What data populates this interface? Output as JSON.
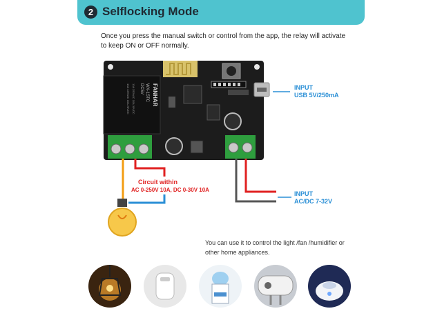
{
  "header": {
    "number": "2",
    "title": "Selflocking Mode"
  },
  "description": "Once you press the manual switch or control from the app, the relay will activate to keep ON or OFF normally.",
  "input_usb": {
    "line1": "INPUT",
    "line2": "USB 5V/250mA"
  },
  "circuit": {
    "title": "Circuit within",
    "spec": "AC 0-250V 10A,  DC 0-30V 10A"
  },
  "input_power": {
    "line1": "INPUT",
    "line2": "AC/DC 7-32V"
  },
  "usage_note": "You can use it to control the light /fan /humidifier or other home appliances.",
  "relay_text": {
    "brand": "FANHAR",
    "model": "WX-1STC",
    "v": "DC5V",
    "ratings": "10A 250VAC  10A 30VDC",
    "ratings2": "10A 125VAC  10A 28VDC"
  },
  "colors": {
    "header": "#4fc3cf",
    "board": "#1c1c1c",
    "terminal": "#2e9e3e",
    "label_blue": "#2a8fd6",
    "label_red": "#e02020",
    "wire_red": "#e02020",
    "wire_blue": "#2a8fd6",
    "wire_orange": "#f39c12"
  },
  "appliances": [
    {
      "icon": "lamp-icon"
    },
    {
      "icon": "humidifier-icon"
    },
    {
      "icon": "water-dispenser-icon"
    },
    {
      "icon": "water-heater-icon"
    },
    {
      "icon": "aroma-diffuser-icon"
    }
  ]
}
